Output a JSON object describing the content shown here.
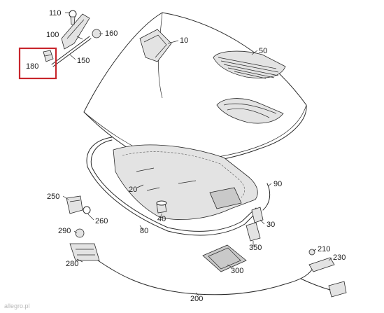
{
  "diagram": {
    "labels": {
      "p110": "110",
      "p100": "100",
      "p160": "160",
      "p10": "10",
      "p50": "50",
      "p180": "180",
      "p150": "150",
      "p90": "90",
      "p20": "20",
      "p250": "250",
      "p40": "40",
      "p260": "260",
      "p30": "30",
      "p80": "80",
      "p290": "290",
      "p350": "350",
      "p280": "280",
      "p210": "210",
      "p230": "230",
      "p300": "300",
      "p200": "200"
    },
    "highlighted_part": "180",
    "watermark": "allegro.pl"
  },
  "colors": {
    "highlight": "#c8262c",
    "line": "#2a2a2a",
    "part_fill": "#e3e3e3"
  }
}
